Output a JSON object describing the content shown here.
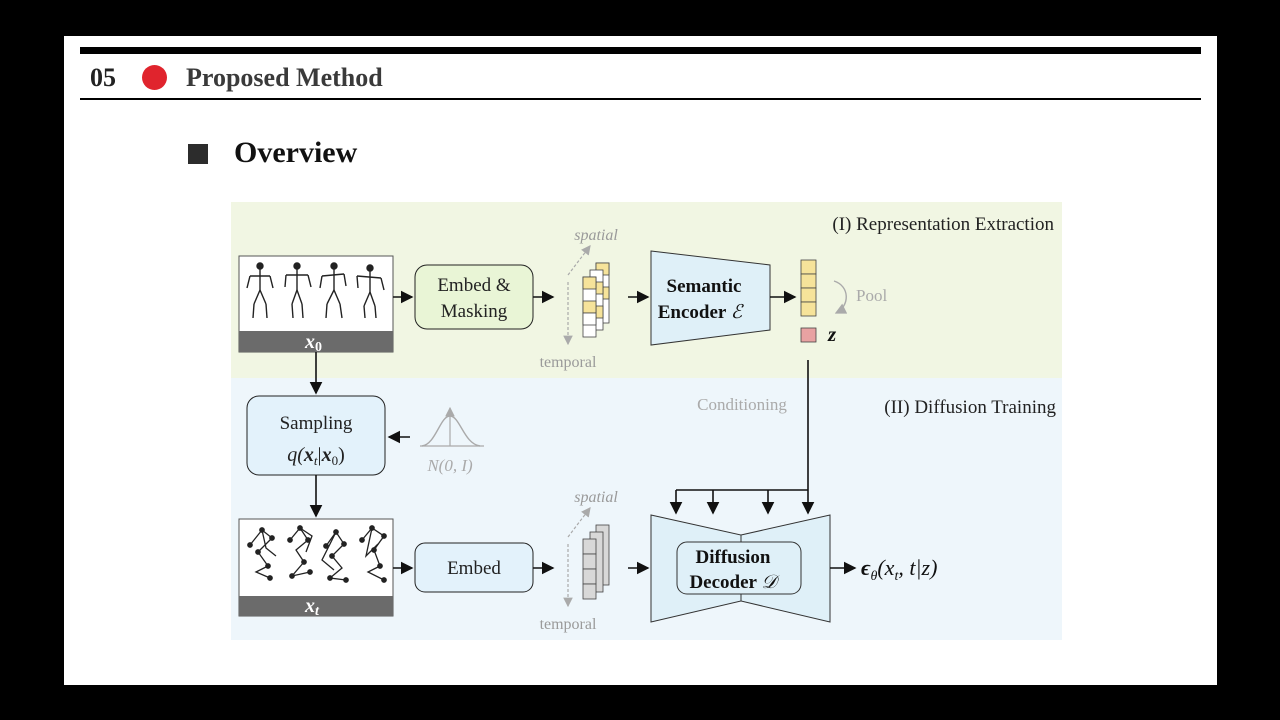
{
  "header": {
    "number": "05",
    "title": "Proposed Method",
    "accent": "#e0242d"
  },
  "section": {
    "title": "Overview"
  },
  "diagram": {
    "stage1_label": "(I) Representation Extraction",
    "stage2_label": "(II) Diffusion Training",
    "input_x0": "x",
    "input_x0_sub": "0",
    "embed_masking_line1": "Embed &",
    "embed_masking_line2": "Masking",
    "spatial": "spatial",
    "temporal": "temporal",
    "encoder_line1": "Semantic",
    "encoder_line2": "Encoder",
    "encoder_symbol": "ℰ",
    "pool": "Pool",
    "z": "z",
    "conditioning": "Conditioning",
    "sampling_line1": "Sampling",
    "sampling_formula_q": "q(",
    "sampling_formula_x": "x",
    "sampling_formula_t": "t",
    "sampling_formula_bar": "|",
    "sampling_formula_x0": "x",
    "sampling_formula_0": "0",
    "sampling_formula_close": ")",
    "noise": "N(0, I)",
    "input_xt": "x",
    "input_xt_sub": "t",
    "embed": "Embed",
    "decoder_line1": "Diffusion",
    "decoder_line2": "Decoder",
    "decoder_symbol": "𝒟",
    "output_eps": "ϵ",
    "output_theta": "θ",
    "output_args": "(x",
    "output_t": "t",
    "output_rest": ", t|z)",
    "colors": {
      "stage1_bg": "#f1f6e3",
      "stage2_bg": "#eef6fb",
      "box_green": "#e9f5d6",
      "box_blue": "#e3f2fb",
      "token_yellow": "#f6e39a",
      "token_red": "#e8a2a2",
      "token_gray": "#d8d8d8"
    }
  }
}
